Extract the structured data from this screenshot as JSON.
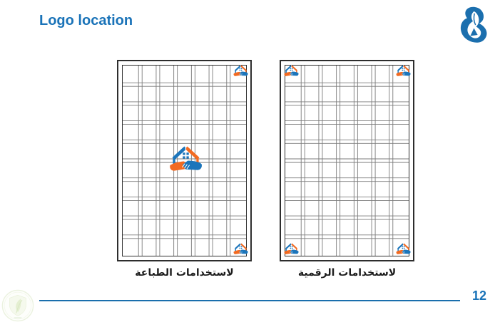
{
  "slide": {
    "title": "Logo location",
    "page_number": "12"
  },
  "figures": [
    {
      "id": "print",
      "caption": "لاستخدامات الطباعة",
      "logo_positions": [
        "top-right",
        "center",
        "bottom-right"
      ]
    },
    {
      "id": "digital",
      "caption": "لاستخدامات الرقمية",
      "logo_positions": [
        "top-left",
        "top-right",
        "bottom-left",
        "bottom-right"
      ]
    }
  ],
  "grid": {
    "columns": 7,
    "rows": 10,
    "gutter": 5
  },
  "icons": {
    "brand_mark": "calligraphy-swirl-icon",
    "placement_logo": "house-handshake-icon",
    "watermark": "shield-leaf-circle-icon"
  },
  "colors": {
    "accent_blue": "#1a73b8",
    "logo_blue": "#1b75bb",
    "logo_orange": "#f26a21",
    "grid_line": "#7b7b7b",
    "page_border": "#2d2d2d",
    "rule_blue": "#1a6fad",
    "watermark_green": "#cfe3ac"
  }
}
